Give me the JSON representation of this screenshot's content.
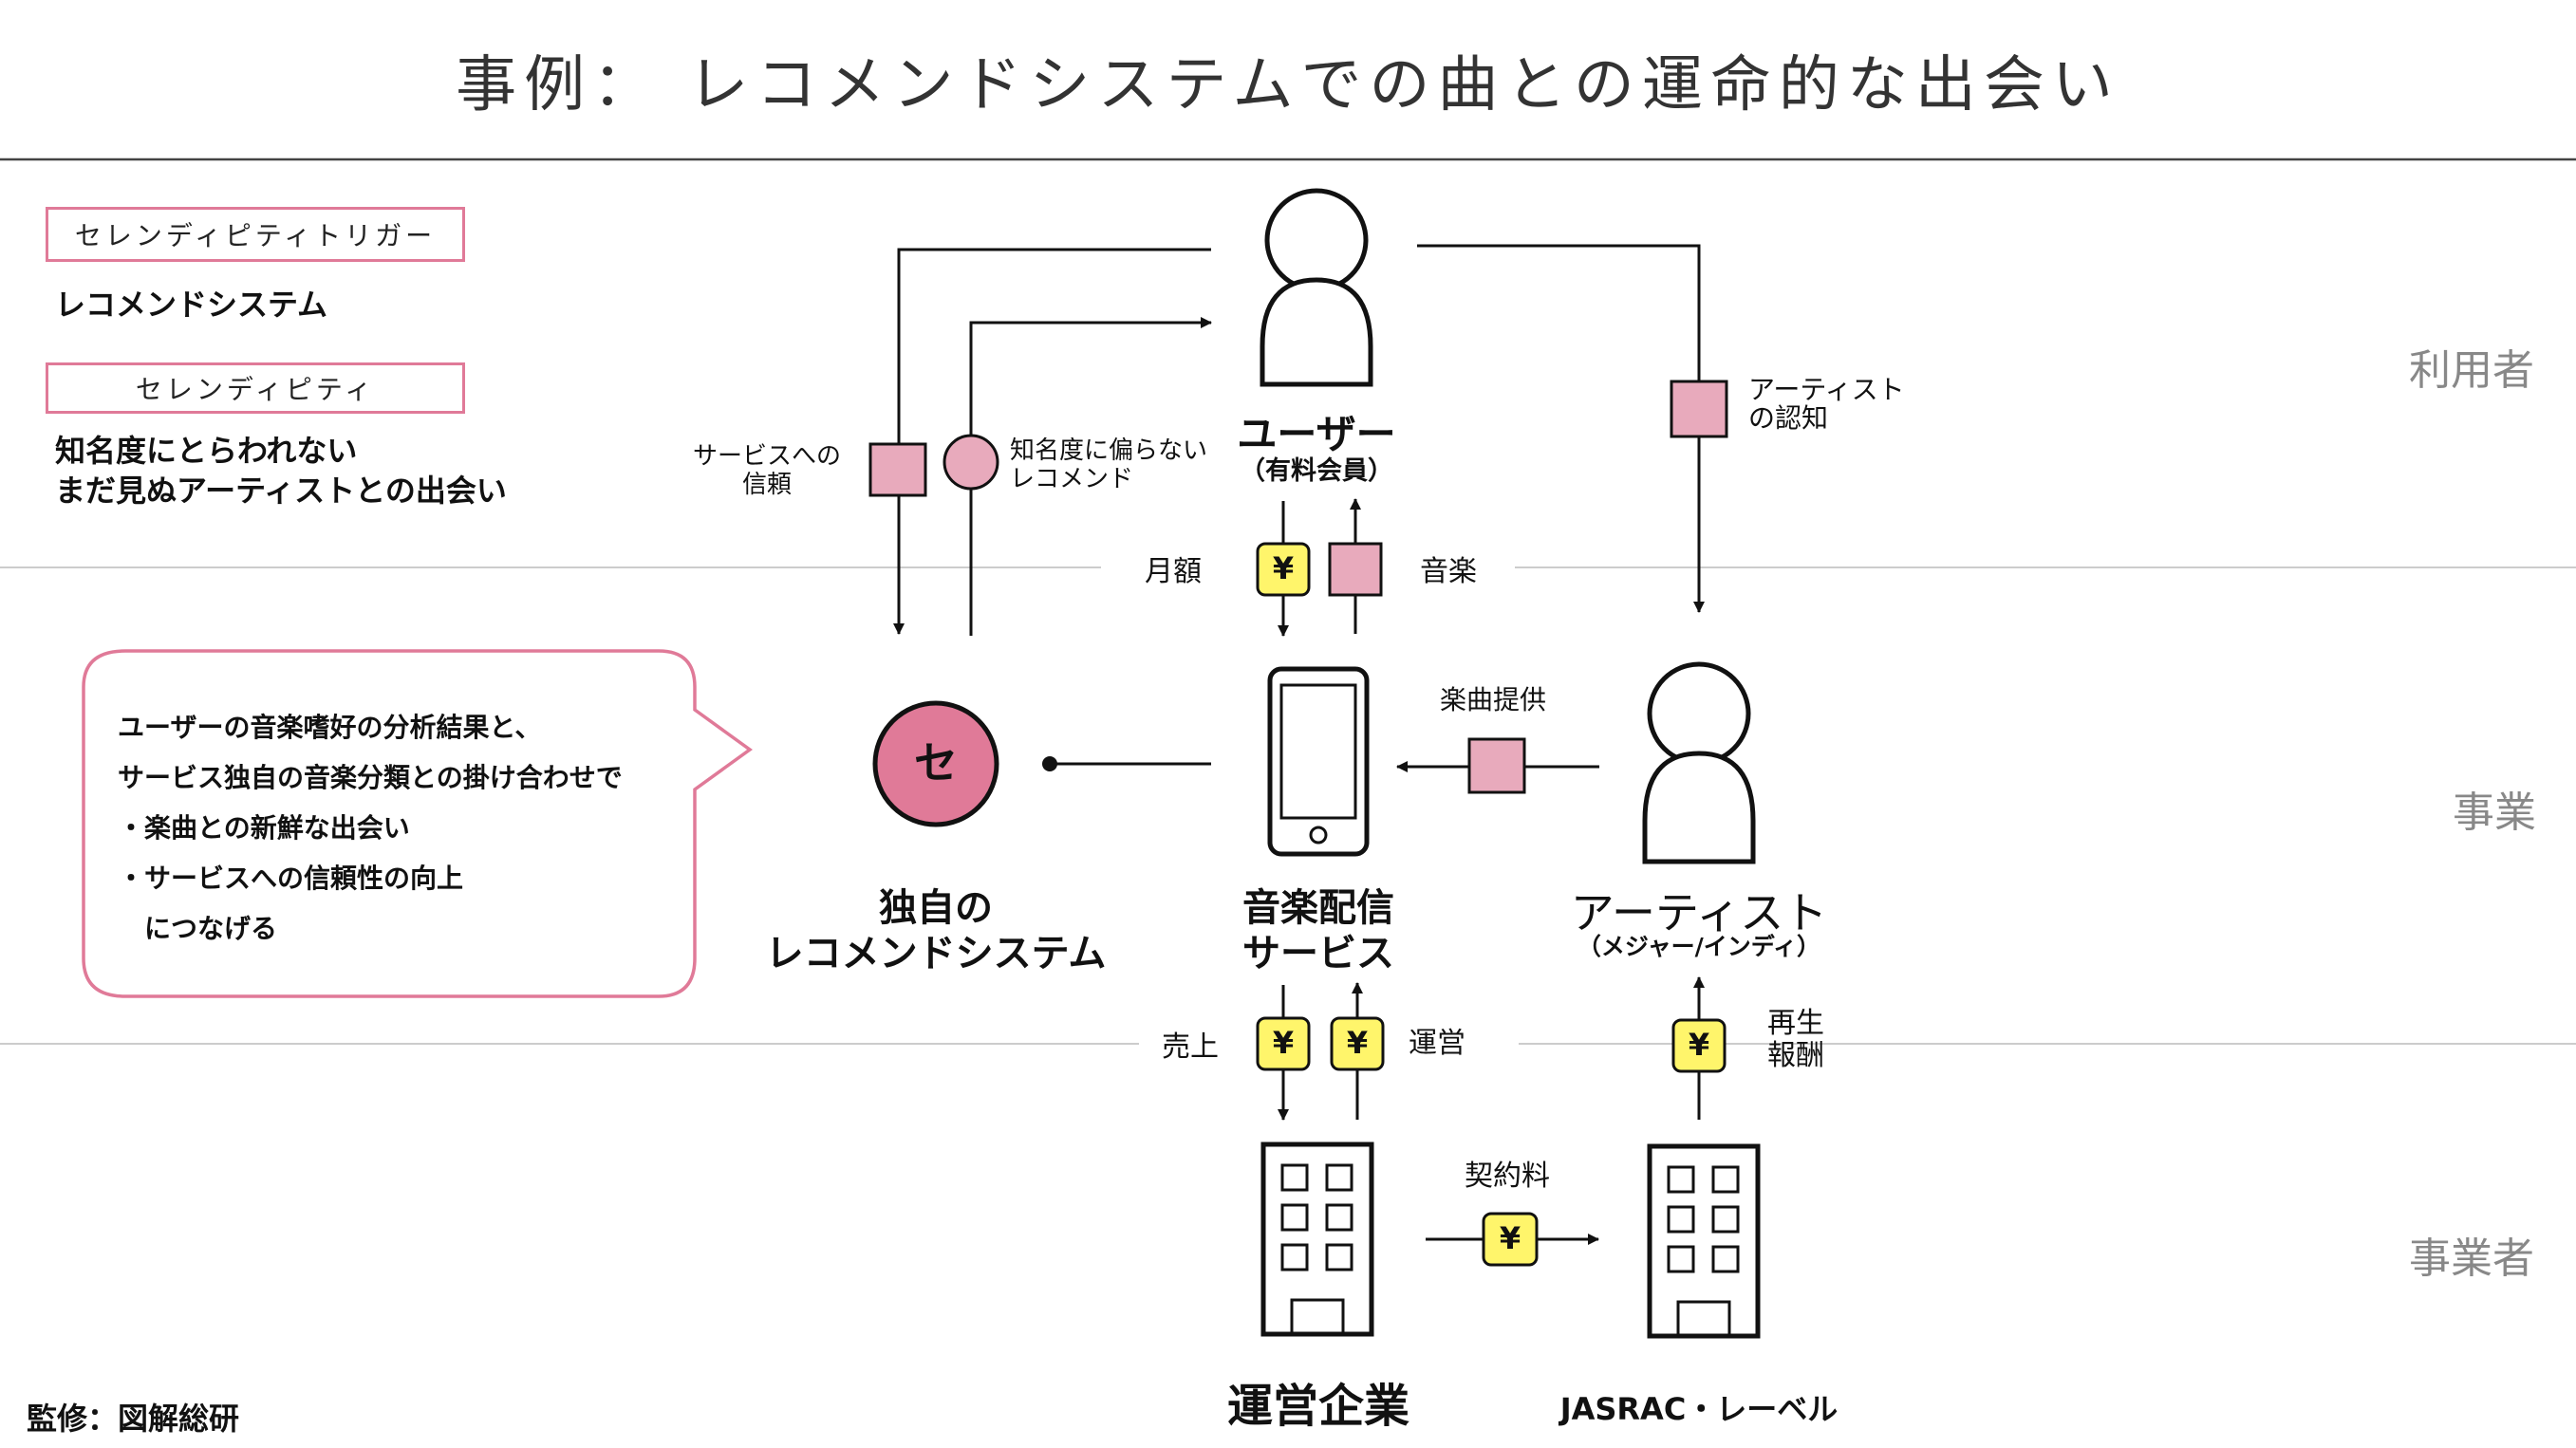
{
  "title": "事例： レコメンドシステムでの曲との運命的な出会い",
  "legend": {
    "trigger_tag": "セレンディピティトリガー",
    "trigger_text": "レコメンドシステム",
    "serendipity_tag": "セレンディピティ",
    "serendipity_text_1": "知名度にとらわれない",
    "serendipity_text_2": "まだ見ぬアーティストとの出会い"
  },
  "rows": {
    "user_row": "利用者",
    "business_row": "事業",
    "operator_row": "事業者"
  },
  "actors": {
    "user_name": "ユーザー",
    "user_sub": "（有料会員）",
    "service_name_1": "音楽配信",
    "service_name_2": "サービス",
    "artist_name": "アーティスト",
    "artist_sub": "（メジャー/インディ）",
    "recommend_name_1": "独自の",
    "recommend_name_2": "レコメンドシステム",
    "recommend_badge": "セ",
    "company_name": "運営企業",
    "jasrac_name": "JASRAC・レーベル"
  },
  "flows": {
    "trust_1": "サービスへの",
    "trust_2": "信頼",
    "unbiased_1": "知名度に偏らない",
    "unbiased_2": "レコメンド",
    "artist_recog_1": "アーティスト",
    "artist_recog_2": "の認知",
    "monthly_fee": "月額",
    "music": "音楽",
    "song_provision": "楽曲提供",
    "sales": "売上",
    "operation": "運営",
    "royalty_1": "再生",
    "royalty_2": "報酬",
    "contract_fee": "契約料",
    "yen": "¥"
  },
  "callout": {
    "line1": "ユーザーの音楽嗜好の分析結果と、",
    "line2": "サービス独自の音楽分類との掛け合わせで",
    "line3": "・楽曲との新鮮な出会い",
    "line4": "・サービスへの信頼性の向上",
    "line5": "　につなげる"
  },
  "footer": {
    "credit": "監修：図解総研"
  },
  "colors": {
    "pink_fill": "#e8aabc",
    "pink_stroke": "#e07a98",
    "badge_fill": "#e07a98",
    "yen_fill": "#fff56b",
    "divider": "#cccccc"
  }
}
